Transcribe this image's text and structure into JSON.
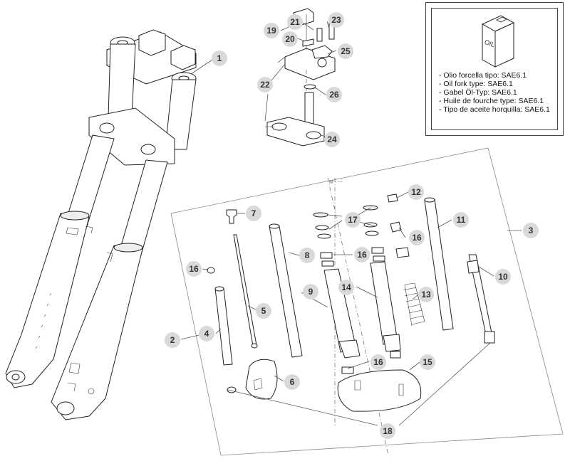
{
  "oil_note": {
    "can_label": "OIL",
    "lines": [
      "- Olio forcella tipo: SAE6.1",
      "- Oil fork type: SAE6.1",
      "- Gabel Öl-Typ: SAE6.1",
      "- Huile de fourche type: SAE6.1",
      "- Tipo de aceite horquilla: SAE6.1"
    ]
  },
  "callouts": [
    {
      "id": "c1",
      "label": "1"
    },
    {
      "id": "c2",
      "label": "2"
    },
    {
      "id": "c3",
      "label": "3"
    },
    {
      "id": "c4",
      "label": "4"
    },
    {
      "id": "c5",
      "label": "5"
    },
    {
      "id": "c6",
      "label": "6"
    },
    {
      "id": "c7",
      "label": "7"
    },
    {
      "id": "c8",
      "label": "8"
    },
    {
      "id": "c9",
      "label": "9"
    },
    {
      "id": "c10",
      "label": "10"
    },
    {
      "id": "c11",
      "label": "11"
    },
    {
      "id": "c12",
      "label": "12"
    },
    {
      "id": "c13",
      "label": "13"
    },
    {
      "id": "c14",
      "label": "14"
    },
    {
      "id": "c15",
      "label": "15"
    },
    {
      "id": "c16a",
      "label": "16"
    },
    {
      "id": "c16b",
      "label": "16"
    },
    {
      "id": "c16c",
      "label": "16"
    },
    {
      "id": "c16d",
      "label": "16"
    },
    {
      "id": "c17",
      "label": "17"
    },
    {
      "id": "c18",
      "label": "18"
    },
    {
      "id": "c19",
      "label": "19"
    },
    {
      "id": "c20",
      "label": "20"
    },
    {
      "id": "c21",
      "label": "21"
    },
    {
      "id": "c22",
      "label": "22"
    },
    {
      "id": "c23",
      "label": "23"
    },
    {
      "id": "c24",
      "label": "24"
    },
    {
      "id": "c25",
      "label": "25"
    },
    {
      "id": "c26",
      "label": "26"
    }
  ]
}
